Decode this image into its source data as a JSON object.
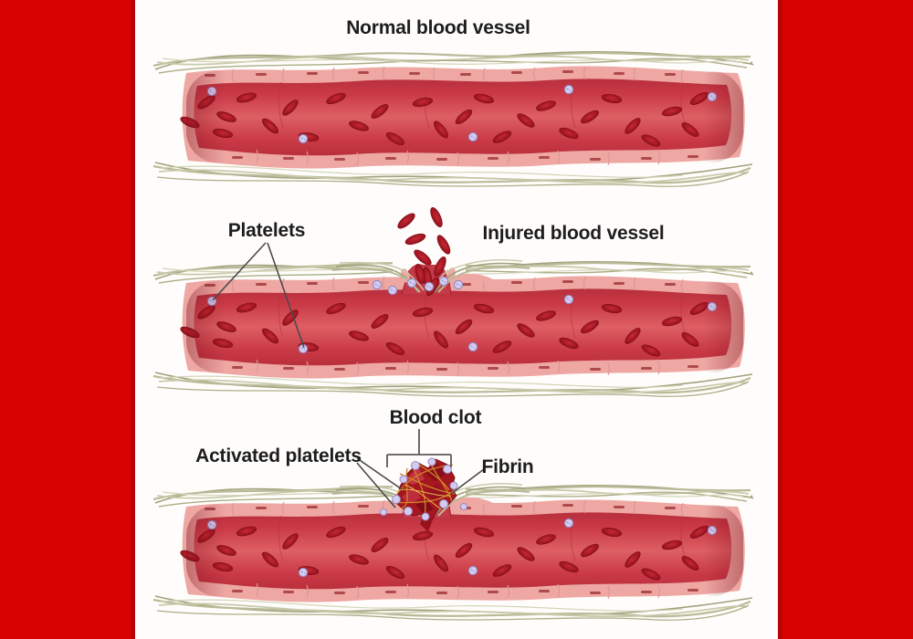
{
  "frame": {
    "border_color": "#d90202",
    "inner_edge_color": "#b90404",
    "panel_background": "#fffdfb"
  },
  "palette": {
    "vessel_lumen_dark": "#b92f3c",
    "vessel_lumen_light": "#dd5f64",
    "endothelium_pink": "#eea7a3",
    "endothelium_nucleus": "#a53a3e",
    "fiber_olive": "#b8bb98",
    "rbc_red": "#a01522",
    "platelet_lavender": "#d6cfef",
    "platelet_outline": "#9088c6",
    "clot_red": "#a5161f",
    "fibrin_orange": "#cf8327",
    "label_text": "#1d1d1d",
    "pointer_line": "#4a4a4a"
  },
  "panels": [
    {
      "id": "normal",
      "title": "Normal blood vessel",
      "labels": []
    },
    {
      "id": "injured",
      "title": "Injured blood vessel",
      "labels": [
        {
          "text": "Platelets"
        }
      ]
    },
    {
      "id": "clotted",
      "title": "",
      "labels": [
        {
          "text": "Blood clot"
        },
        {
          "text": "Activated platelets"
        },
        {
          "text": "Fibrin"
        }
      ]
    }
  ]
}
